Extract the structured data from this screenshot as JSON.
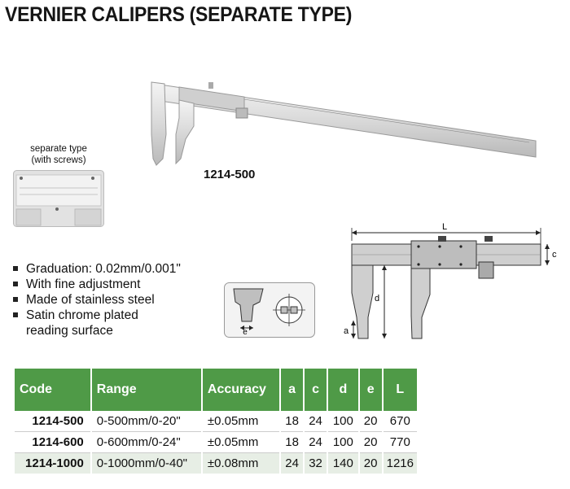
{
  "title": "VERNIER CALIPERS (SEPARATE TYPE)",
  "model_label": "1214-500",
  "inset": {
    "caption_line1": "separate type",
    "caption_line2": "(with screws)"
  },
  "features": [
    "Graduation: 0.02mm/0.001\"",
    "With fine adjustment",
    "Made of stainless steel",
    "Satin chrome plated"
  ],
  "feature_continuation": "reading surface",
  "diagram_labels": {
    "L": "L",
    "c": "c",
    "d": "d",
    "a": "a",
    "e": "e"
  },
  "table": {
    "headers": [
      "Code",
      "Range",
      "Accuracy",
      "a",
      "c",
      "d",
      "e",
      "L"
    ],
    "rows": [
      [
        "1214-500",
        "0-500mm/0-20\"",
        "±0.05mm",
        "18",
        "24",
        "100",
        "20",
        "670"
      ],
      [
        "1214-600",
        "0-600mm/0-24\"",
        "±0.05mm",
        "18",
        "24",
        "100",
        "20",
        "770"
      ],
      [
        "1214-1000",
        "0-1000mm/0-40\"",
        "±0.08mm",
        "24",
        "32",
        "140",
        "20",
        "1216"
      ]
    ]
  },
  "colors": {
    "header_green": "#4f9a47",
    "last_row_tint": "#e7eee5"
  }
}
